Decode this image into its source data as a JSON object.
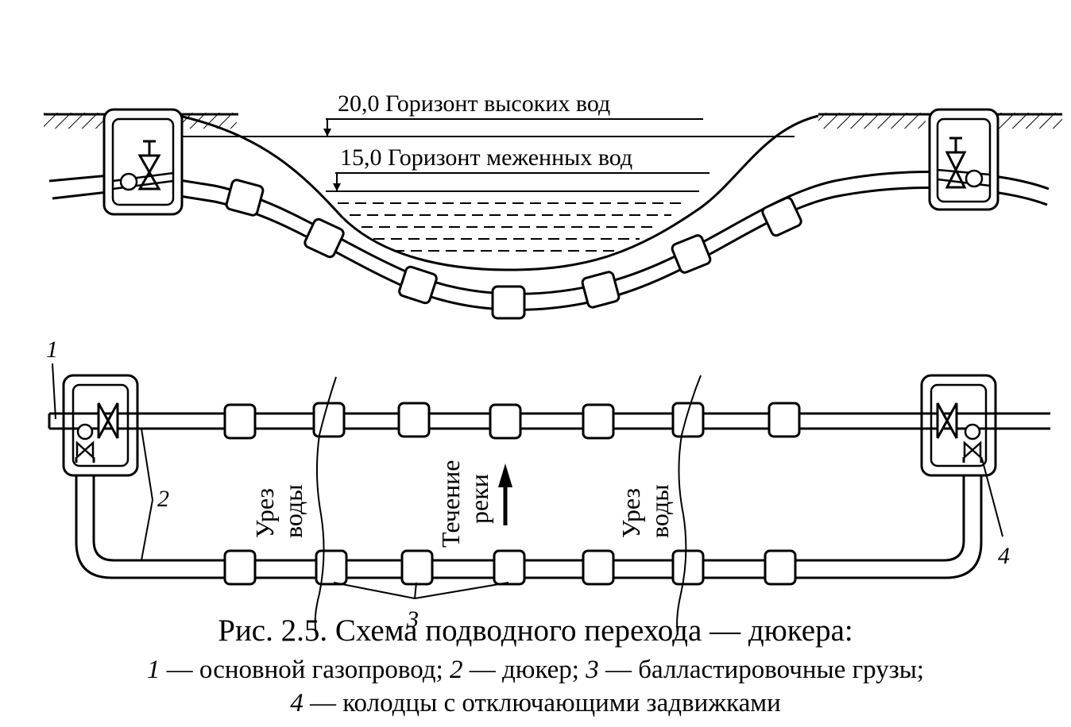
{
  "profile": {
    "high_water_label": "20,0 Горизонт высоких вод",
    "low_water_label": "15,0 Горизонт меженных вод"
  },
  "plan": {
    "callout_1": "1",
    "callout_2": "2",
    "callout_3": "3",
    "callout_4": "4",
    "waterline_left": [
      "Урез",
      "воды"
    ],
    "waterline_right": [
      "Урез",
      "воды"
    ],
    "river_flow": [
      "Течение",
      "реки"
    ]
  },
  "caption": {
    "title": "Рис. 2.5. Схема подводного перехода — дюкера:",
    "legend": [
      {
        "num": "1",
        "text": " — основной газопровод; "
      },
      {
        "num": "2",
        "text": " — дюкер; "
      },
      {
        "num": "3",
        "text": " — балластировочные грузы;"
      },
      {
        "num": "4",
        "text": " — колодцы с отключающими задвижками"
      }
    ]
  }
}
